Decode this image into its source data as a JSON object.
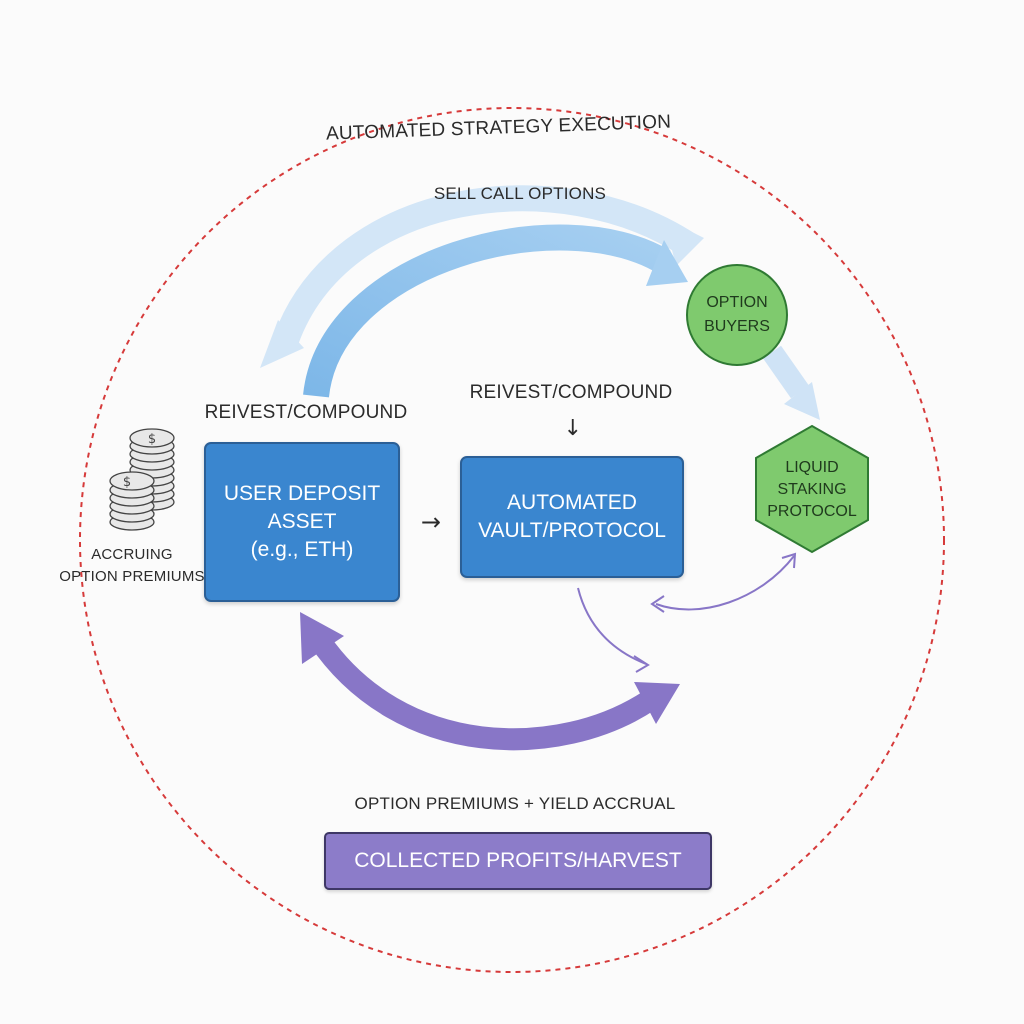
{
  "diagram": {
    "outer_loop_label": "AUTOMATED STRATEGY EXECUTION",
    "sell_call_label": "SELL CALL OPTIONS",
    "reinvest_left_label": "REIVEST/COMPOUND",
    "reinvest_center_label": "REIVEST/COMPOUND",
    "down_arrow_glyph": "↓",
    "right_arrow_glyph": "→",
    "accruing_label_line1": "ACCRUING",
    "accruing_label_line2": "OPTION PREMIUMS",
    "premiums_yield_label": "OPTION PREMIUMS + YIELD ACCRUAL",
    "nodes": {
      "user_deposit": {
        "line1": "USER DEPOSIT",
        "line2": "ASSET",
        "line3": "(e.g., ETH)"
      },
      "vault": {
        "line1": "AUTOMATED",
        "line2": "VAULT/PROTOCOL"
      },
      "option_buyers": {
        "line1": "OPTION",
        "line2": "BUYERS"
      },
      "liquid_staking": {
        "line1": "LIQUID",
        "line2": "STAKING",
        "line3": "PROTOCOL"
      },
      "collected_profits": {
        "label": "COLLECTED PROFITS/HARVEST"
      }
    },
    "colors": {
      "blue_node": "#3a86cf",
      "green_node": "#7fca6e",
      "purple_node": "#8c7cc9",
      "light_blue_arrow": "#cfe3f6",
      "mid_blue_arrow": "#9cc8ee",
      "purple_arrow": "#8876c7",
      "dashed_loop": "#d63a3a"
    },
    "icons": [
      "coin-stack-icon"
    ]
  }
}
